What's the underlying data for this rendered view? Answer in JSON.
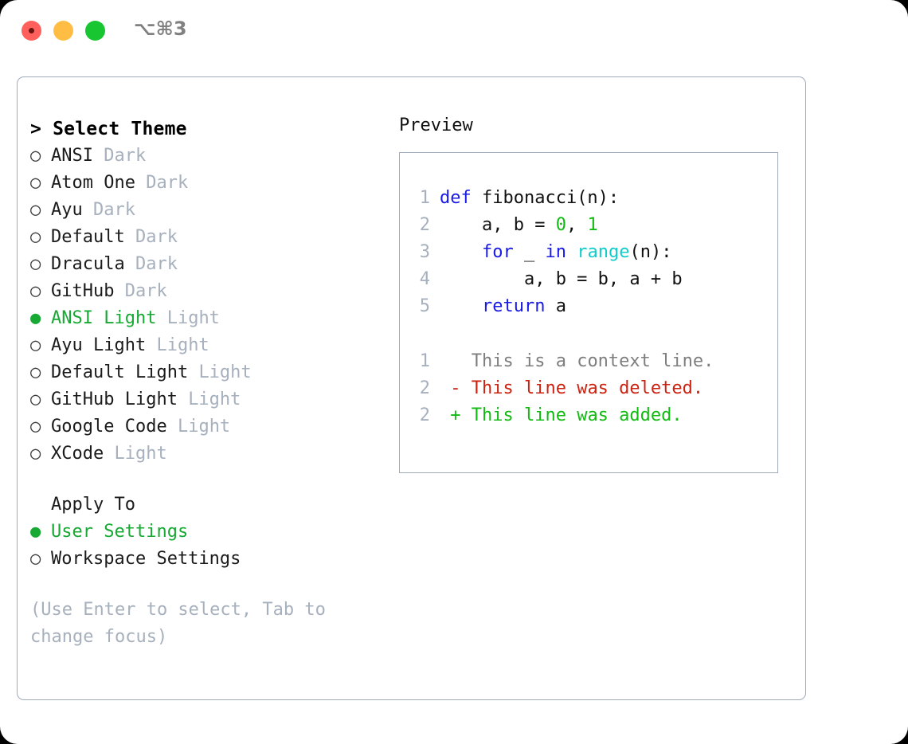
{
  "window": {
    "shortcut": "⌥⌘3",
    "traffic_lights": [
      "close",
      "minimize",
      "maximize"
    ],
    "colors": {
      "close": "#ff605c",
      "minimize": "#ffbd44",
      "maximize": "#17c630",
      "border": "#9fabba",
      "accent_green": "#17a934",
      "muted": "#a7b0bd"
    }
  },
  "theme_panel": {
    "header": "> Select Theme",
    "items": [
      {
        "bullet": "○",
        "selected": false,
        "label": "ANSI",
        "variant": "Dark"
      },
      {
        "bullet": "○",
        "selected": false,
        "label": "Atom One",
        "variant": "Dark"
      },
      {
        "bullet": "○",
        "selected": false,
        "label": "Ayu",
        "variant": "Dark"
      },
      {
        "bullet": "○",
        "selected": false,
        "label": "Default",
        "variant": "Dark"
      },
      {
        "bullet": "○",
        "selected": false,
        "label": "Dracula",
        "variant": "Dark"
      },
      {
        "bullet": "○",
        "selected": false,
        "label": "GitHub",
        "variant": "Dark"
      },
      {
        "bullet": "●",
        "selected": true,
        "label": "ANSI Light",
        "variant": "Light"
      },
      {
        "bullet": "○",
        "selected": false,
        "label": "Ayu Light",
        "variant": "Light"
      },
      {
        "bullet": "○",
        "selected": false,
        "label": "Default Light",
        "variant": "Light"
      },
      {
        "bullet": "○",
        "selected": false,
        "label": "GitHub Light",
        "variant": "Light"
      },
      {
        "bullet": "○",
        "selected": false,
        "label": "Google Code",
        "variant": "Light"
      },
      {
        "bullet": "○",
        "selected": false,
        "label": "XCode",
        "variant": "Light"
      }
    ],
    "apply_to": {
      "header": "Apply To",
      "options": [
        {
          "bullet": "●",
          "selected": true,
          "label": "User Settings"
        },
        {
          "bullet": "○",
          "selected": false,
          "label": "Workspace Settings"
        }
      ]
    },
    "hint": "(Use Enter to select, Tab to change focus)"
  },
  "preview_panel": {
    "header": "Preview",
    "code": [
      {
        "gutter": "1",
        "tokens": [
          {
            "t": "def ",
            "c": "kw"
          },
          {
            "t": "fibonacci(n):",
            "c": "plain"
          }
        ]
      },
      {
        "gutter": "2",
        "tokens": [
          {
            "t": "    a, b = ",
            "c": "plain"
          },
          {
            "t": "0",
            "c": "num"
          },
          {
            "t": ", ",
            "c": "plain"
          },
          {
            "t": "1",
            "c": "num"
          }
        ]
      },
      {
        "gutter": "3",
        "tokens": [
          {
            "t": "    ",
            "c": "plain"
          },
          {
            "t": "for",
            "c": "kw"
          },
          {
            "t": " _ ",
            "c": "plain"
          },
          {
            "t": "in",
            "c": "kw"
          },
          {
            "t": " ",
            "c": "plain"
          },
          {
            "t": "range",
            "c": "fn"
          },
          {
            "t": "(n):",
            "c": "plain"
          }
        ]
      },
      {
        "gutter": "4",
        "tokens": [
          {
            "t": "        a, b = b, a + b",
            "c": "plain"
          }
        ]
      },
      {
        "gutter": "5",
        "tokens": [
          {
            "t": "    ",
            "c": "plain"
          },
          {
            "t": "return",
            "c": "kw"
          },
          {
            "t": " a",
            "c": "plain"
          }
        ]
      }
    ],
    "diff": [
      {
        "gutter": "1",
        "marker": " ",
        "text": " This is a context line.",
        "kind": "diff-ctx"
      },
      {
        "gutter": "2",
        "marker": "-",
        "text": " This line was deleted.",
        "kind": "diff-del"
      },
      {
        "gutter": "2",
        "marker": "+",
        "text": " This line was added.",
        "kind": "diff-add"
      }
    ]
  }
}
